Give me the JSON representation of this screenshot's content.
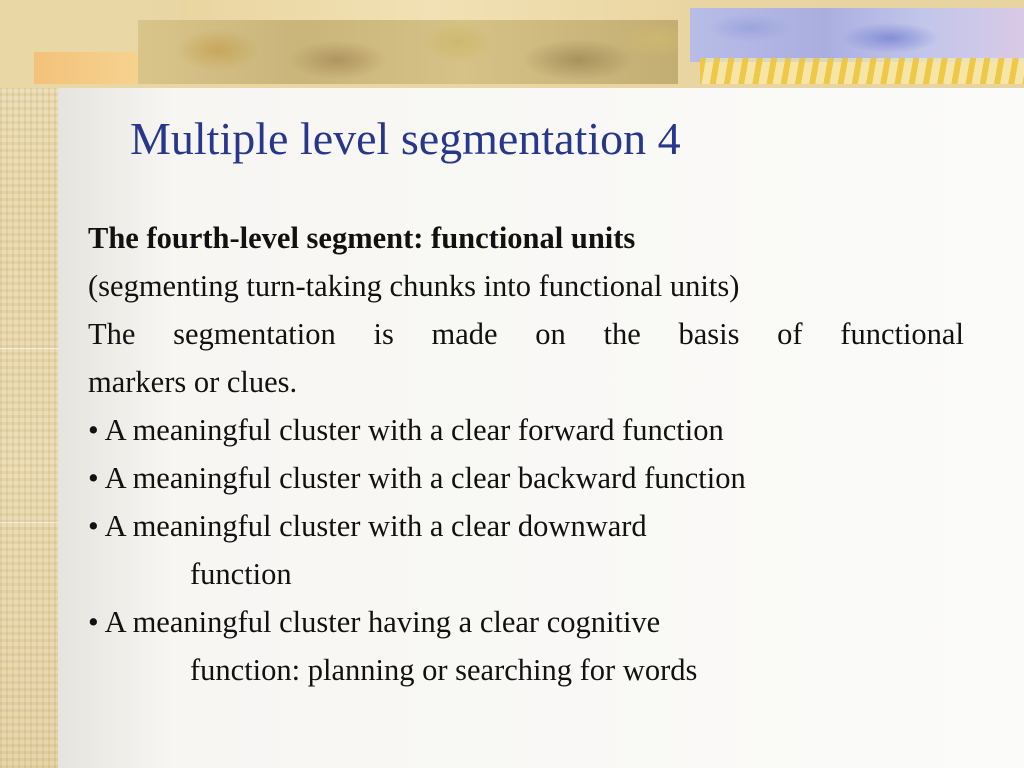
{
  "slide": {
    "title": "Multiple level segmentation 4",
    "heading": "The fourth-level segment: functional units",
    "subheading": "(segmenting turn-taking chunks into functional units)",
    "intro_line1_words": [
      "The",
      "segmentation",
      "is",
      "made",
      "on",
      "the",
      "basis",
      "of",
      "functional"
    ],
    "intro_line2": "markers or clues.",
    "bullets": [
      {
        "text": "• A meaningful cluster with a clear forward function"
      },
      {
        "text": "• A meaningful cluster with a clear backward function"
      },
      {
        "text": "• A meaningful cluster with a clear downward",
        "continuation": "function"
      },
      {
        "text": "• A meaningful cluster having a clear cognitive",
        "continuation": "function: planning or searching for words"
      }
    ]
  }
}
